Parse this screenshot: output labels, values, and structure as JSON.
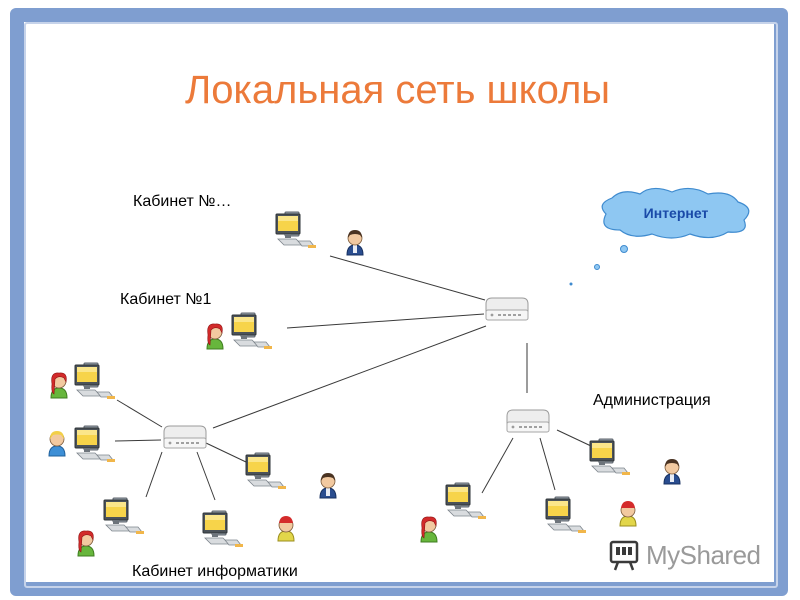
{
  "title": "Локальная сеть школы",
  "labels": {
    "room_other": "Кабинет №…",
    "room_1": "Кабинет №1",
    "administration": "Администрация",
    "cs_room": "Кабинет информатики"
  },
  "internet": "Интернет",
  "watermark": "MyShared",
  "colors": {
    "title": "#ec7a3a",
    "frame": "#7f9ed0",
    "cloud": "#8ec7f2",
    "monitor_screen": "#f7d44a"
  }
}
